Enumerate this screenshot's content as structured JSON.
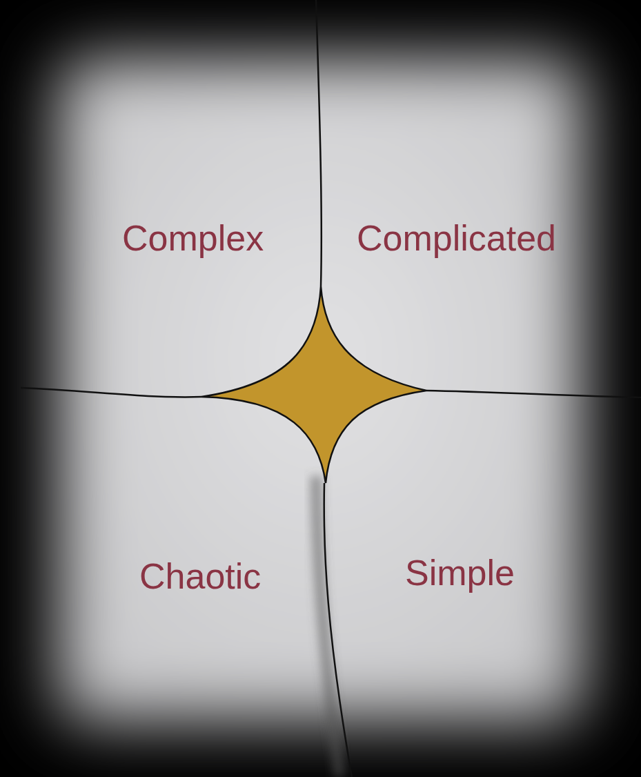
{
  "diagram": {
    "nodes": [
      {
        "text": [
          "Complex"
        ]
      },
      {
        "text": [
          "Complicated"
        ]
      },
      {
        "text": [
          "Chaotic"
        ]
      },
      {
        "text": [
          "Simple"
        ]
      }
    ]
  }
}
